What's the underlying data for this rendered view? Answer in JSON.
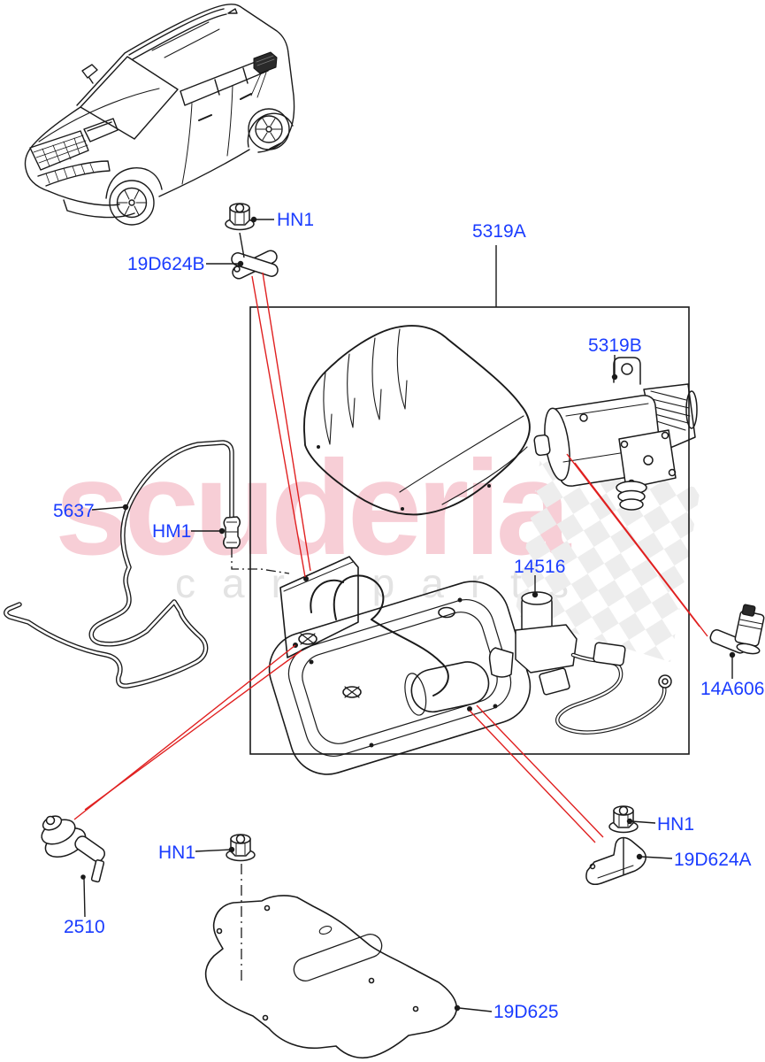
{
  "watermark": {
    "primary": "scuderia",
    "secondary": "car parts"
  },
  "vehicle_thumbnail": "range-rover-velar-line-drawing",
  "colors": {
    "label_blue": "#1a3cff",
    "line_black": "#1a1a1a",
    "cross_reference_red": "#e02020",
    "watermark_pink": "#f7ced6",
    "watermark_gray": "#e3e3e3",
    "checker_gray": "#ededed"
  },
  "callouts": [
    {
      "id": "hn1-top",
      "label": "HN1"
    },
    {
      "id": "19d624b",
      "label": "19D624B"
    },
    {
      "id": "5319a",
      "label": "5319A"
    },
    {
      "id": "5319b",
      "label": "5319B"
    },
    {
      "id": "5637",
      "label": "5637"
    },
    {
      "id": "hm1",
      "label": "HM1"
    },
    {
      "id": "14516",
      "label": "14516"
    },
    {
      "id": "14a606",
      "label": "14A606"
    },
    {
      "id": "2510",
      "label": "2510"
    },
    {
      "id": "hn1-bl",
      "label": "HN1"
    },
    {
      "id": "hn1-br",
      "label": "HN1"
    },
    {
      "id": "19d624a",
      "label": "19D624A"
    },
    {
      "id": "19d625",
      "label": "19D625"
    }
  ]
}
